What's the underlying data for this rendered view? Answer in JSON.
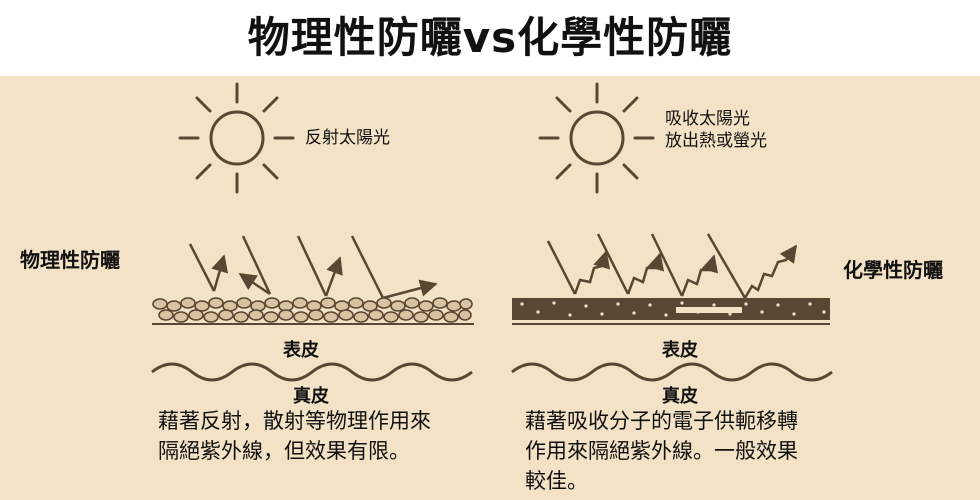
{
  "title": "物理性防曬vs化學性防曬",
  "left_panel": {
    "side_label": "物理性防曬",
    "sun_label": "反射太陽光",
    "epidermis_label": "表皮",
    "dermis_label": "真皮",
    "description_lines": [
      "藉著反射，散射等物理作用來",
      "隔絕紫外線，但效果有限。"
    ]
  },
  "right_panel": {
    "side_label": "化學性防曬",
    "sun_label_lines": [
      "吸收太陽光",
      "放出熱或螢光"
    ],
    "epidermis_label": "表皮",
    "dermis_label": "真皮",
    "description_lines": [
      "藉著吸收分子的電子供軛移轉",
      "作用來隔絕紫外線。一般效果",
      "較佳。"
    ]
  },
  "colors": {
    "background": "#f3e2c6",
    "header": "#ffffff",
    "drawing": "#5a4632",
    "particle_fill": "#d9c2a2"
  }
}
